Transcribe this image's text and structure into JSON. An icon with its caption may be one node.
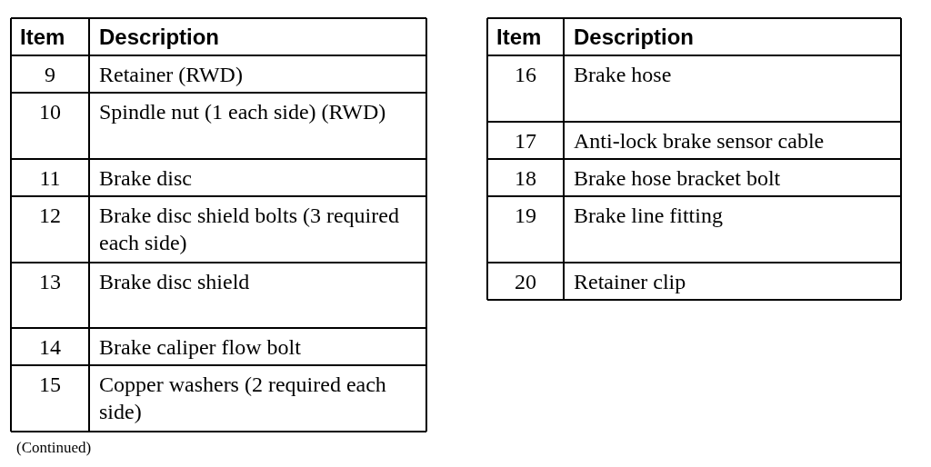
{
  "diagram": {
    "labels": [
      "Item",
      "Description",
      "9",
      "Retainer (RWD)",
      "10",
      "Spindle nut (1 each side) (RWD)",
      "11",
      "Brake disc",
      "12",
      "Brake disc shield bolts (3 required each side)",
      "13",
      "Brake disc shield",
      "14",
      "Brake caliper flow bolt",
      "15",
      "Copper washers (2 required each side)",
      "Item",
      "Description",
      "16",
      "Brake hose",
      "17",
      "Anti-lock brake sensor cable",
      "18",
      "Brake hose bracket bolt",
      "19",
      "Brake line fitting",
      "20",
      "Retainer clip",
      "(Continued)"
    ]
  }
}
